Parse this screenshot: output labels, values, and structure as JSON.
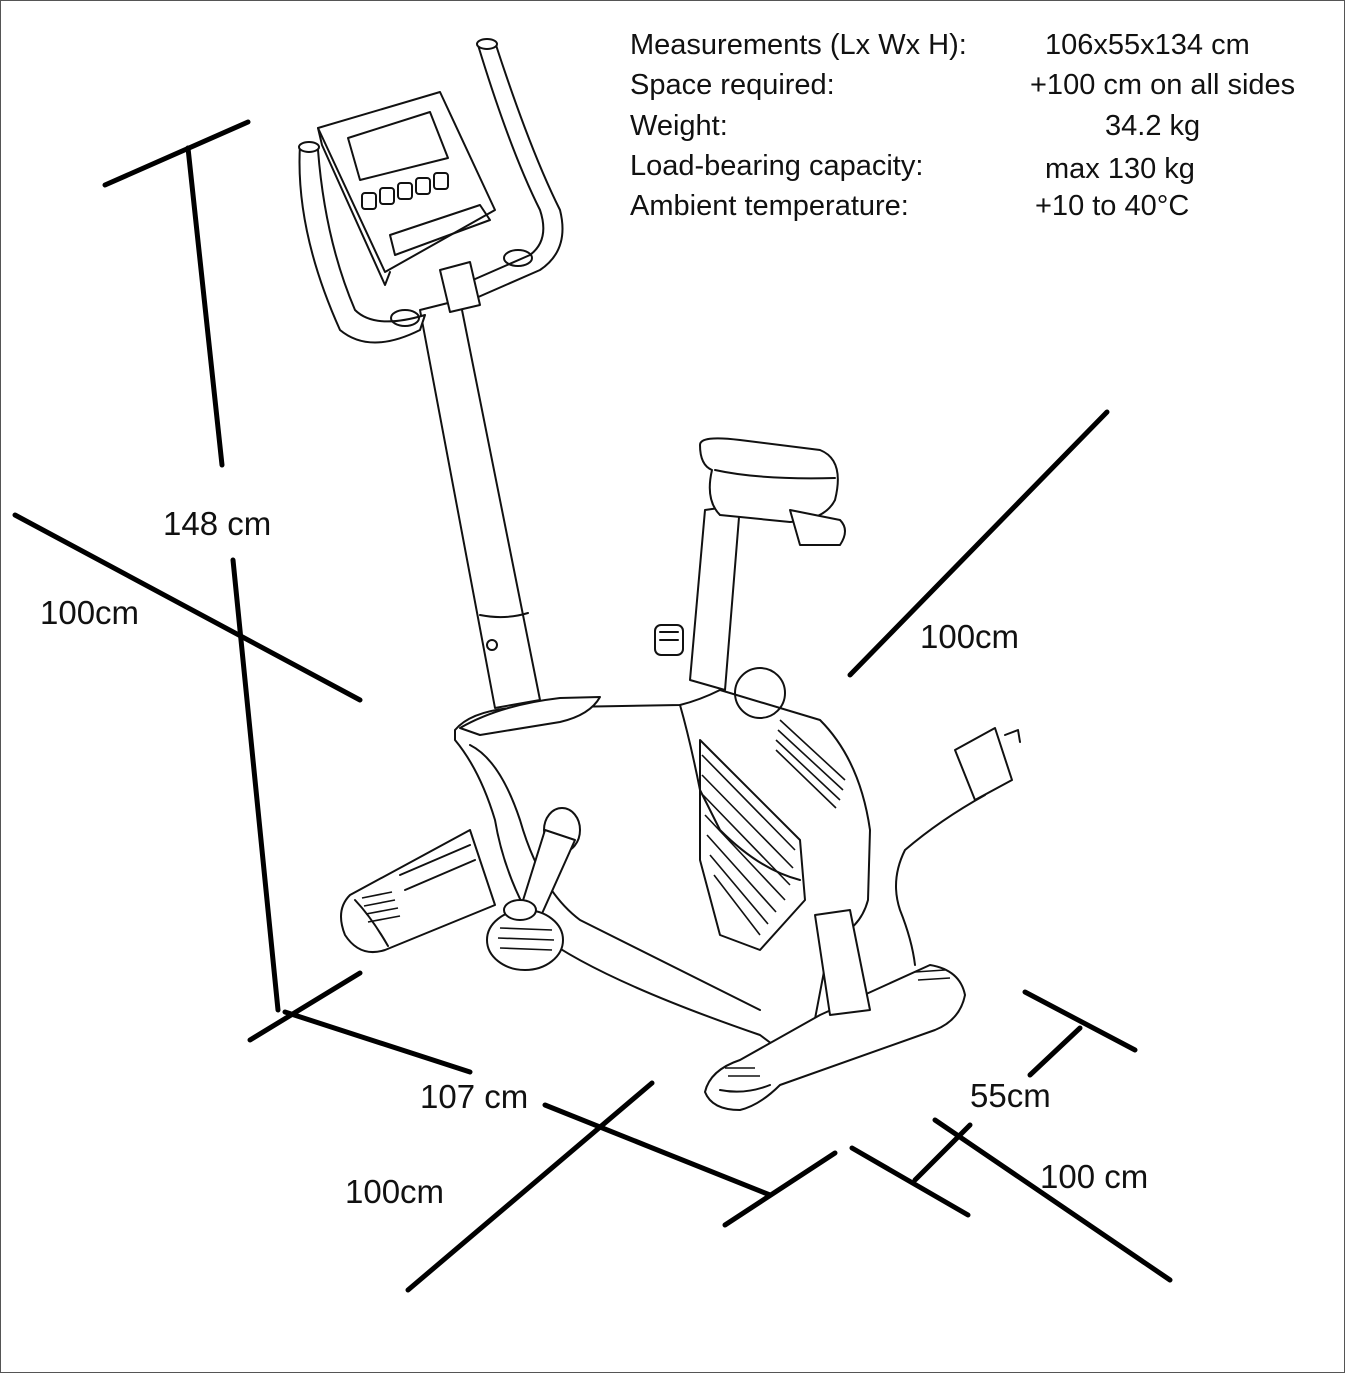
{
  "specs": [
    {
      "label": "Measurements (Lx Wx H):",
      "value": "106x55x134  cm"
    },
    {
      "label": "Space required:",
      "value": "+100 cm on all sides"
    },
    {
      "label": "Weight:",
      "value": "34.2  kg"
    },
    {
      "label": "Load-bearing capacity:",
      "value": "max 130 kg"
    },
    {
      "label": "Ambient temperature:",
      "value": "+10 to  40°C"
    }
  ],
  "dimensions": {
    "height": "148 cm",
    "clearance_left": "100cm",
    "clearance_back": "100cm",
    "length": "107 cm",
    "clearance_front": "100cm",
    "width": "55cm",
    "clearance_right": "100 cm"
  },
  "colors": {
    "ink": "#111111",
    "background": "#ffffff"
  }
}
